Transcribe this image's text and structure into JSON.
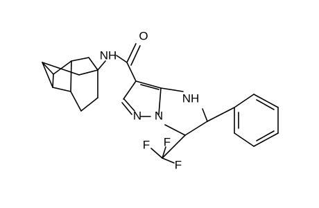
{
  "molecule": {
    "labels": {
      "carbonyl_oxygen": "O",
      "amide_nh": "NH",
      "ring_nh": "NH",
      "pyrazole_n": "N",
      "bridge_n": "N",
      "fluorine_top_left": "F",
      "fluorine_top_right": "F",
      "fluorine_bottom": "F"
    }
  }
}
